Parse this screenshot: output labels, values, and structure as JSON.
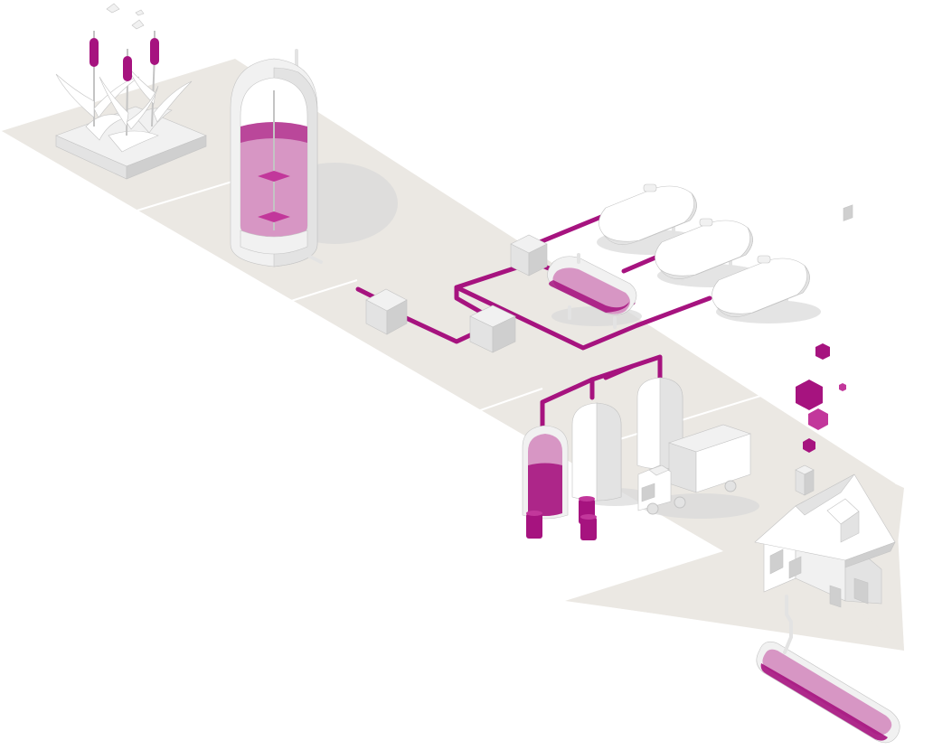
{
  "colors": {
    "background": "#ffffff",
    "ground": "#ebe8e3",
    "ground_line": "#ffffff",
    "shadow": "#d9d9d9",
    "white_face": "#ffffff",
    "light_face": "#f1f1f1",
    "mid_face": "#e3e3e3",
    "dark_face": "#cfcfcf",
    "edge": "#c4c4c4",
    "magenta": "#a6137f",
    "magenta_light": "#c2379b",
    "magenta_dark": "#7b0c5f",
    "magenta_glass": "#d796c4"
  },
  "scene": {
    "stages": [
      {
        "id": "biomass",
        "icon": "reed-plants-icon"
      },
      {
        "id": "fermentation",
        "icon": "fermenter-tank-icon"
      },
      {
        "id": "processing",
        "icon": "processing-units-icon"
      },
      {
        "id": "storage",
        "icon": "storage-tanks-icon"
      },
      {
        "id": "distribution",
        "icon": "silo-and-truck-icon"
      },
      {
        "id": "consumer",
        "icon": "house-icon"
      },
      {
        "id": "underground-storage",
        "icon": "underground-tank-icon"
      }
    ]
  }
}
